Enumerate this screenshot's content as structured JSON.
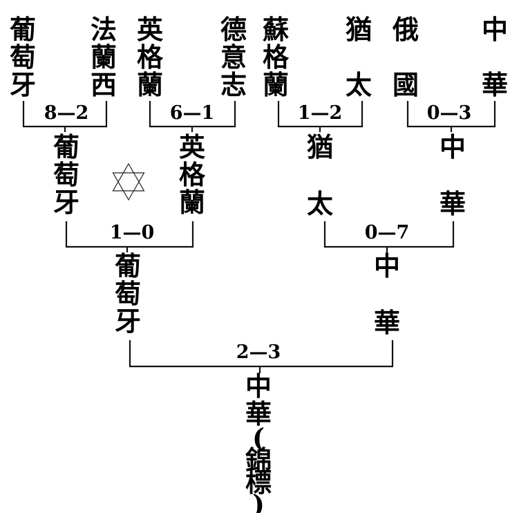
{
  "round1": {
    "teams": [
      "葡萄牙",
      "法蘭西",
      "英格蘭",
      "德意志",
      "蘇格蘭",
      "猶太",
      "俄國",
      "中華"
    ],
    "scores": [
      "8—2",
      "6—1",
      "1—2",
      "0—3"
    ]
  },
  "semifinal": {
    "teams": [
      "葡萄牙",
      "英格蘭",
      "猶太",
      "中華"
    ],
    "scores": [
      "1—0",
      "0—7"
    ]
  },
  "final": {
    "teams": [
      "葡萄牙",
      "中華"
    ],
    "score": "2—3"
  },
  "champion": {
    "name": "中華",
    "title": "(錦標)"
  },
  "decoration": {
    "icon": "star-of-david-icon",
    "color": "#222222"
  }
}
